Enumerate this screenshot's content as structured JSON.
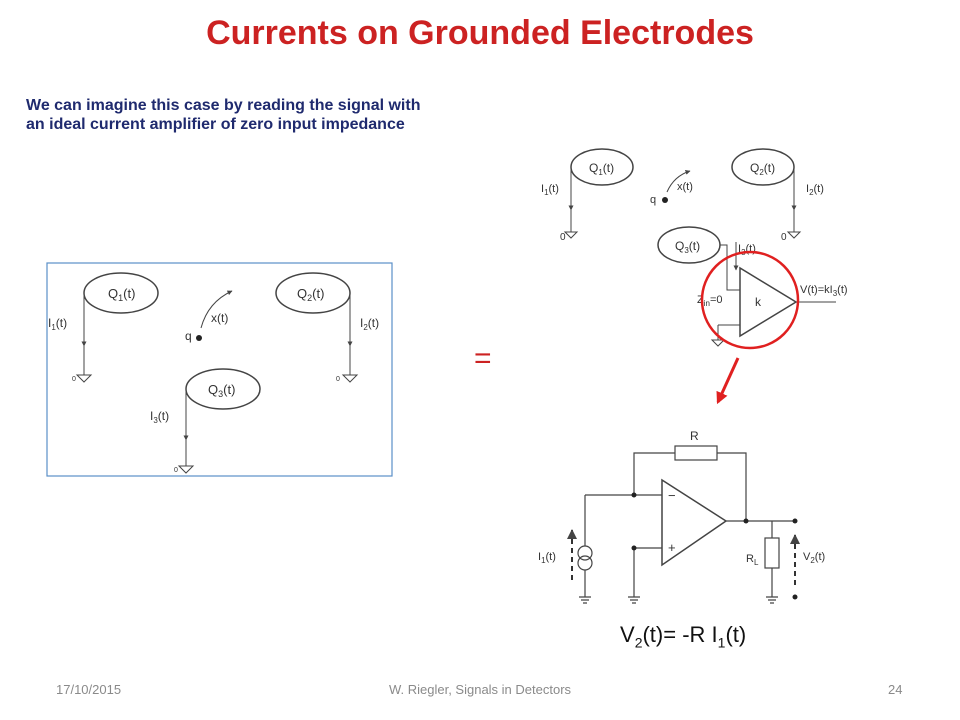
{
  "slide": {
    "title": "Currents on Grounded Electrodes",
    "intro_line1": "We can imagine this case by reading the signal with",
    "intro_line2": "an ideal current amplifier of zero input impedance",
    "equals": "=",
    "formula": {
      "v": "V",
      "v_sub": "2",
      "mid": "(t)= -R I",
      "i_sub": "1",
      "end": "(t)"
    }
  },
  "left_diagram": {
    "q1": "Q",
    "q1_sub": "1",
    "q1_t": "(t)",
    "q2": "Q",
    "q2_sub": "2",
    "q2_t": "(t)",
    "q3": "Q",
    "q3_sub": "3",
    "q3_t": "(t)",
    "i1": "I",
    "i1_sub": "1",
    "i1_t": "(t)",
    "i2": "I",
    "i2_sub": "2",
    "i2_t": "(t)",
    "i3": "I",
    "i3_sub": "3",
    "i3_t": "(t)",
    "charge": "q",
    "position": "x(t)",
    "ground": "0",
    "frame_color": "#5b8fc7"
  },
  "right_diagram": {
    "q1": "Q",
    "q1_sub": "1",
    "q1_t": "(t)",
    "q2": "Q",
    "q2_sub": "2",
    "q2_t": "(t)",
    "q3": "Q",
    "q3_sub": "3",
    "q3_t": "(t)",
    "i1": "I",
    "i1_sub": "1",
    "i1_t": "(t)",
    "i2": "I",
    "i2_sub": "2",
    "i2_t": "(t)",
    "i3": "I",
    "i3_sub": "3",
    "i3_t": "(t)",
    "charge": "q",
    "position": "x(t)",
    "ground": "0",
    "zin": "Z",
    "zin_sub": "in",
    "zin_val": "=0",
    "gain": "k",
    "vout": "V(t)=kI",
    "vout_sub": "3",
    "vout_t": "(t)",
    "highlight_color": "#e02020"
  },
  "amplifier_circuit": {
    "r": "R",
    "minus": "−",
    "plus": "+",
    "i1": "I",
    "i1_sub": "1",
    "i1_t": "(t)",
    "rl": "R",
    "rl_sub": "L",
    "v2": "V",
    "v2_sub": "2",
    "v2_t": "(t)"
  },
  "footer": {
    "date": "17/10/2015",
    "author": "W. Riegler, Signals in Detectors",
    "page": "24"
  }
}
